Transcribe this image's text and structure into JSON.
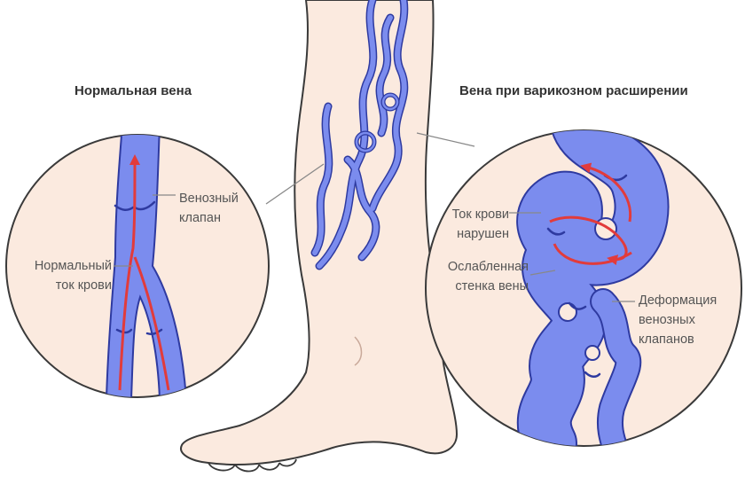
{
  "left_panel": {
    "title": "Нормальная вена",
    "valve_label": "Венозный\nклапан",
    "flow_label": "Нормальный\nток крови"
  },
  "right_panel": {
    "title": "Вена при варикозном расширении",
    "flow_label": "Ток крови\nнарушен",
    "wall_label": "Ослабленная\nстенка вены",
    "valve_label": "Деформация\nвенозных\nклапанов"
  },
  "colors": {
    "skin": "#fbeadf",
    "outline": "#3a3a3a",
    "vein_fill": "#7b8cee",
    "vein_stroke": "#2e3aa0",
    "blood_arrow": "#e23b3b",
    "leader_line": "#888888",
    "label_text": "#555555"
  }
}
